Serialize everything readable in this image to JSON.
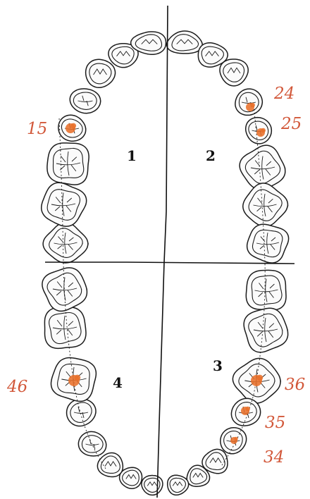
{
  "quadrants": [
    {
      "id": "q1",
      "label": "1"
    },
    {
      "id": "q2",
      "label": "2"
    },
    {
      "id": "q3",
      "label": "3"
    },
    {
      "id": "q4",
      "label": "4"
    }
  ],
  "marked_teeth": [
    {
      "id": "t15",
      "label": "15"
    },
    {
      "id": "t24",
      "label": "24"
    },
    {
      "id": "t25",
      "label": "25"
    },
    {
      "id": "t34",
      "label": "34"
    },
    {
      "id": "t35",
      "label": "35"
    },
    {
      "id": "t36",
      "label": "36"
    },
    {
      "id": "t46",
      "label": "46"
    }
  ],
  "colors": {
    "outline": "#1b1b1b",
    "marking": "#e8702a",
    "annotation_text": "#d2583a"
  }
}
